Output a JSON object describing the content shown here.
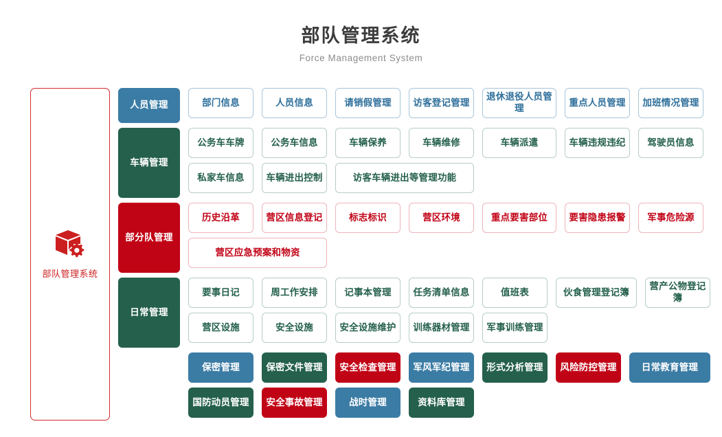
{
  "header": {
    "title": "部队管理系统",
    "subtitle": "Force Management System"
  },
  "sidebar": {
    "icon": "cube-gear-icon",
    "label": "部队管理系统",
    "accent": "#cc1f1f"
  },
  "colors": {
    "blue": "#3b7ca5",
    "green": "#24604b",
    "red": "#c10316",
    "outline_blue": "#a9c6da",
    "outline_green": "#b6cec4",
    "outline_red": "#eeb3ba",
    "title": "#3c3c3c",
    "subtitle": "#8c8c8c"
  },
  "groups": [
    {
      "label": "人员管理",
      "color": "blue",
      "items": [
        "部门信息",
        "人员信息",
        "请销假管理",
        "访客登记管理",
        "退休退役人员管理",
        "重点人员管理",
        "加班情况管理"
      ]
    },
    {
      "label": "车辆管理",
      "color": "green",
      "items": [
        "公务车车牌",
        "公务车信息",
        "车辆保养",
        "车辆维修",
        "车辆派遣",
        "车辆违规违纪",
        "驾驶员信息",
        "私家车信息",
        "车辆进出控制",
        "访客车辆进出等管理功能"
      ]
    },
    {
      "label": "部分队管理",
      "color": "red",
      "items": [
        "历史沿革",
        "营区信息登记",
        "标志标识",
        "营区环境",
        "重点要害部位",
        "要害隐患报警",
        "军事危险源",
        "营区应急预案和物资"
      ]
    },
    {
      "label": "日常管理",
      "color": "green",
      "items": [
        "要事日记",
        "周工作安排",
        "记事本管理",
        "任务清单信息",
        "值班表",
        "伙食管理登记簿",
        "营产公物登记簿",
        "营区设施",
        "安全设施",
        "安全设施维护",
        "训练器材管理",
        "军事训练管理"
      ]
    }
  ],
  "band_items": [
    {
      "label": "保密管理",
      "color": "blue"
    },
    {
      "label": "保密文件管理",
      "color": "green"
    },
    {
      "label": "安全检查管理",
      "color": "red"
    },
    {
      "label": "军风军纪管理",
      "color": "blue"
    },
    {
      "label": "形式分析管理",
      "color": "green"
    },
    {
      "label": "风险防控管理",
      "color": "red"
    },
    {
      "label": "日常教育管理",
      "color": "blue"
    },
    {
      "label": "国防动员管理",
      "color": "green"
    },
    {
      "label": "安全事故管理",
      "color": "red"
    },
    {
      "label": "战时管理",
      "color": "blue"
    },
    {
      "label": "资料库管理",
      "color": "green"
    }
  ]
}
